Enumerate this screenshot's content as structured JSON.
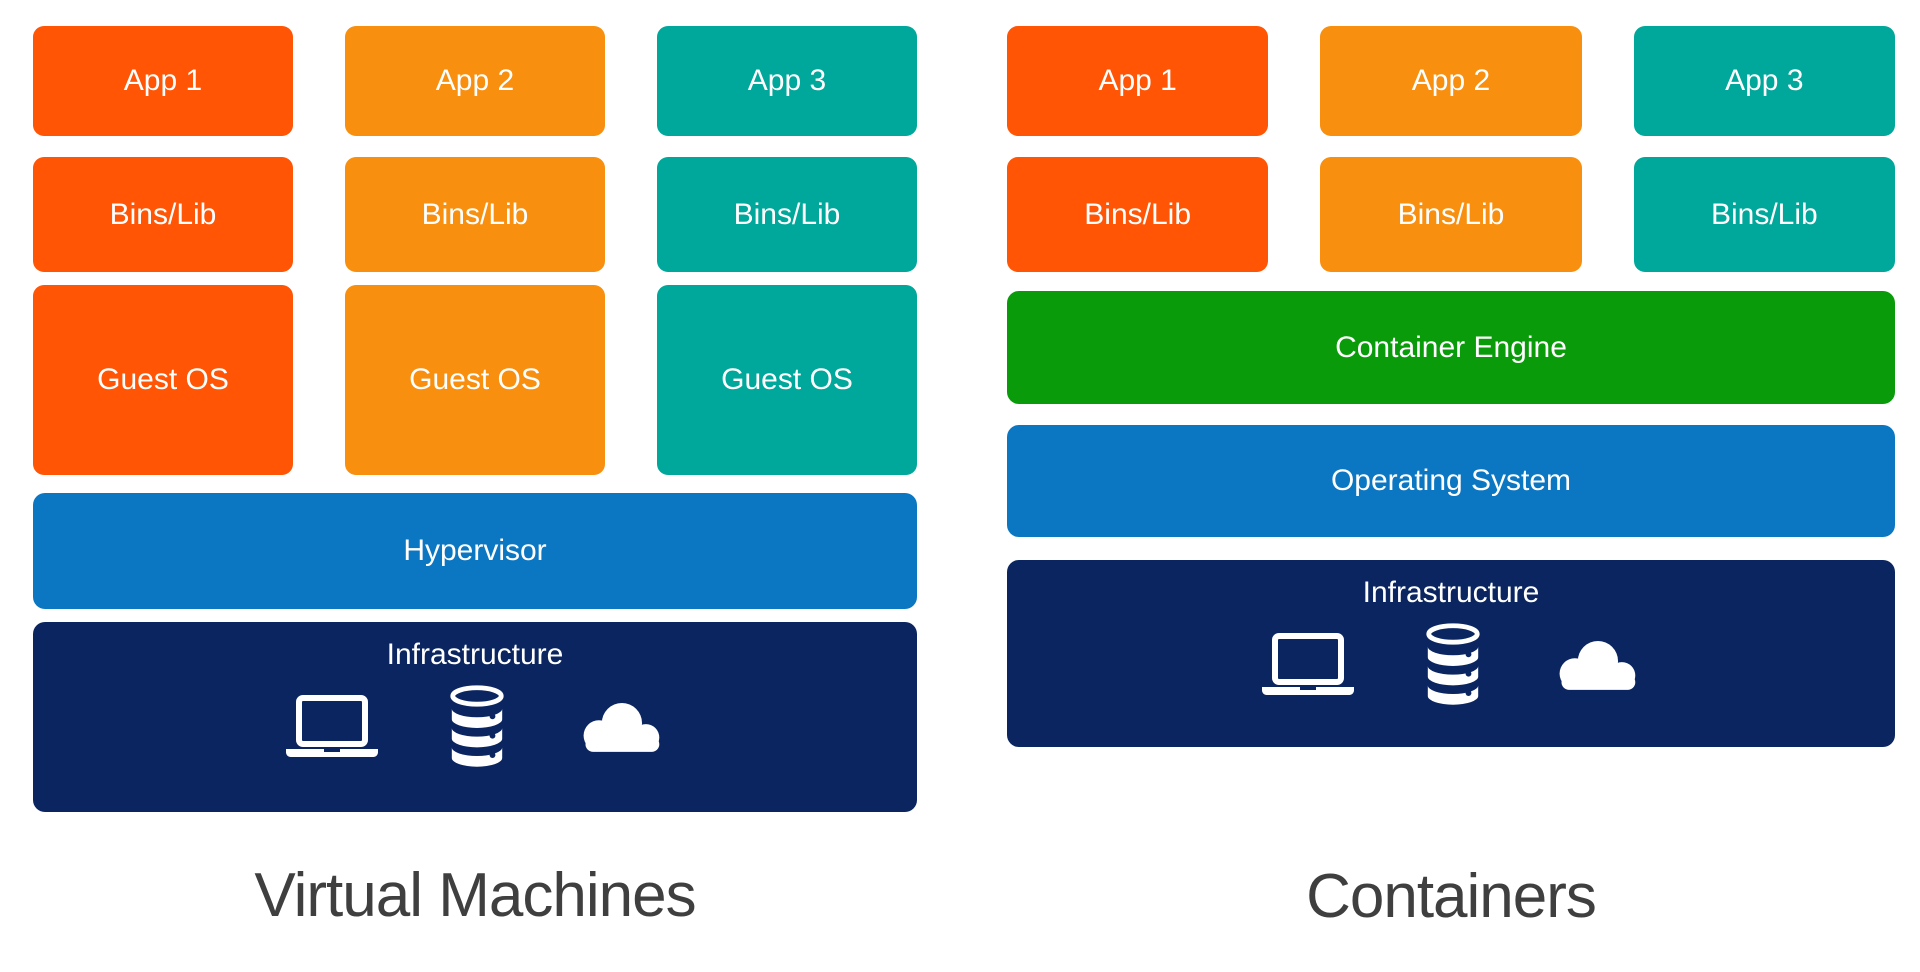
{
  "palette": {
    "column1": "#ff5505",
    "column2": "#f88f0e",
    "column3": "#00a79b",
    "blue": "#0b77c2",
    "navy": "#0a2560",
    "green": "#0a9b0a",
    "title_gray": "#3f3f3f"
  },
  "vm_panel": {
    "title": "Virtual Machines",
    "columns": [
      {
        "app": "App 1",
        "bins": "Bins/Lib",
        "guest_os": "Guest OS"
      },
      {
        "app": "App 2",
        "bins": "Bins/Lib",
        "guest_os": "Guest OS"
      },
      {
        "app": "App 3",
        "bins": "Bins/Lib",
        "guest_os": "Guest OS"
      }
    ],
    "hypervisor_label": "Hypervisor",
    "infrastructure_label": "Infrastructure",
    "infrastructure_icons": [
      "laptop",
      "database",
      "cloud"
    ]
  },
  "containers_panel": {
    "title": "Containers",
    "columns": [
      {
        "app": "App 1",
        "bins": "Bins/Lib"
      },
      {
        "app": "App 2",
        "bins": "Bins/Lib"
      },
      {
        "app": "App 3",
        "bins": "Bins/Lib"
      }
    ],
    "engine_label": "Container Engine",
    "os_label": "Operating System",
    "infrastructure_label": "Infrastructure",
    "infrastructure_icons": [
      "laptop",
      "database",
      "cloud"
    ]
  }
}
